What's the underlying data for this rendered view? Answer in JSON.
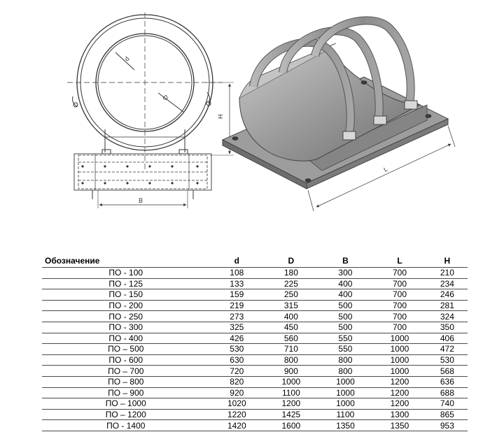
{
  "drawing_labels": {
    "inner_radius": "d",
    "outer_diameter": "D",
    "height": "H",
    "base_width": "B",
    "length": "L"
  },
  "table": {
    "headers": [
      "Обозначение",
      "d",
      "D",
      "B",
      "L",
      "H"
    ],
    "rows": [
      [
        "ПО - 100",
        "108",
        "180",
        "300",
        "700",
        "210"
      ],
      [
        "ПО - 125",
        "133",
        "225",
        "400",
        "700",
        "234"
      ],
      [
        "ПО - 150",
        "159",
        "250",
        "400",
        "700",
        "246"
      ],
      [
        "ПО - 200",
        "219",
        "315",
        "500",
        "700",
        "281"
      ],
      [
        "ПО - 250",
        "273",
        "400",
        "500",
        "700",
        "324"
      ],
      [
        "ПО - 300",
        "325",
        "450",
        "500",
        "700",
        "350"
      ],
      [
        "ПО - 400",
        "426",
        "560",
        "550",
        "1000",
        "406"
      ],
      [
        "ПО – 500",
        "530",
        "710",
        "550",
        "1000",
        "472"
      ],
      [
        "ПО - 600",
        "630",
        "800",
        "800",
        "1000",
        "530"
      ],
      [
        "ПО – 700",
        "720",
        "900",
        "800",
        "1000",
        "568"
      ],
      [
        "ПО – 800",
        "820",
        "1000",
        "1000",
        "1200",
        "636"
      ],
      [
        "ПО – 900",
        "920",
        "1100",
        "1000",
        "1200",
        "688"
      ],
      [
        "ПО – 1000",
        "1020",
        "1200",
        "1000",
        "1200",
        "740"
      ],
      [
        "ПО – 1200",
        "1220",
        "1425",
        "1100",
        "1300",
        "865"
      ],
      [
        "ПО - 1400",
        "1420",
        "1600",
        "1350",
        "1350",
        "953"
      ]
    ]
  }
}
